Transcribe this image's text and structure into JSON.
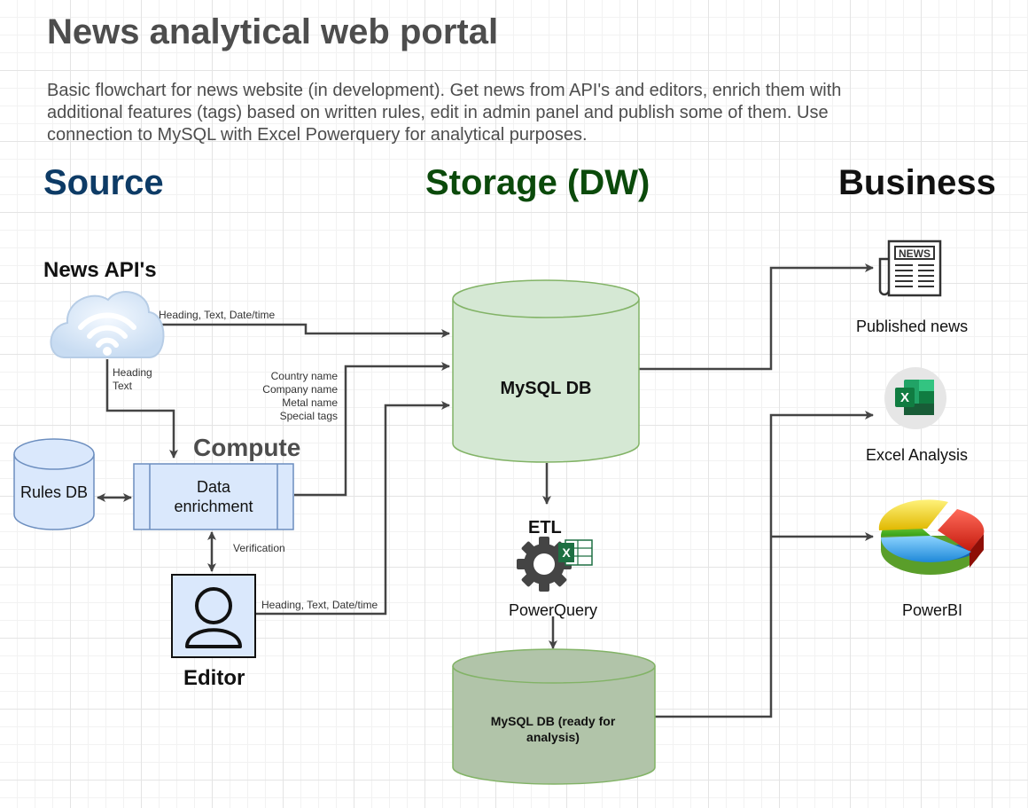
{
  "header": {
    "title": "News analytical web portal",
    "description": "Basic flowchart for news website (in development). Get news from API's and editors, enrich them with additional features (tags) based on written rules, edit in admin panel and publish some of them. Use connection to MySQL with Excel Powerquery for analytical purposes."
  },
  "sections": {
    "source": "Source",
    "storage": "Storage (DW)",
    "business": "Business"
  },
  "nodes": {
    "news_api": {
      "label": "News API's",
      "icon": "cloud-wifi-icon"
    },
    "compute": {
      "label": "Compute"
    },
    "rules_db": {
      "label": "Rules DB",
      "icon": "database-icon"
    },
    "data_enrichment": {
      "label": "Data enrichment"
    },
    "editor": {
      "label": "Editor",
      "icon": "user-icon"
    },
    "mysql_db": {
      "label": "MySQL DB",
      "icon": "database-icon"
    },
    "etl": {
      "label": "ETL",
      "tool": "PowerQuery",
      "icon": "gear-excel-icon"
    },
    "mysql_db_ready": {
      "label": "MySQL DB (ready for analysis)",
      "icon": "database-icon"
    },
    "published_news": {
      "label": "Published news",
      "icon": "newspaper-icon"
    },
    "excel_analysis": {
      "label": "Excel Analysis",
      "icon": "excel-icon"
    },
    "powerbi": {
      "label": "PowerBI",
      "icon": "pie-chart-icon"
    }
  },
  "edges": {
    "api_to_db": "Heading, Text, Date/time",
    "api_to_compute": [
      "Heading",
      "Text"
    ],
    "compute_to_db": [
      "Country name",
      "Company name",
      "Metal name",
      "Special tags"
    ],
    "compute_editor": "Verification",
    "editor_to_db": "Heading, Text, Date/time"
  },
  "colors": {
    "source_title": "#0d3b66",
    "storage_title": "#0b4a0b",
    "business_title": "#111111",
    "db_green_fill": "#d5e8d4",
    "db_green_stroke": "#82b366",
    "db_dark_fill": "#b0c4a8",
    "blue_fill": "#dae8fc",
    "blue_stroke": "#6c8ebf",
    "connector": "#444444"
  }
}
